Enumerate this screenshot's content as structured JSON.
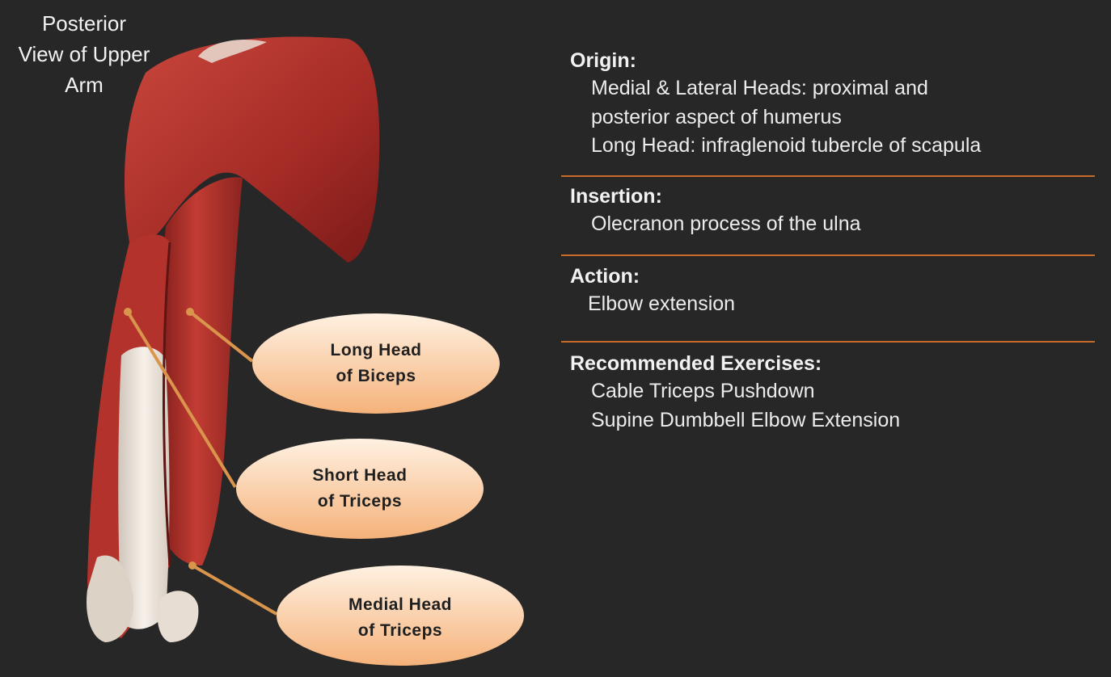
{
  "figure": {
    "view_title_lines": [
      "Posterior",
      "View of Upper",
      "Arm"
    ],
    "callouts": [
      {
        "lines": [
          "Long Head",
          "of Biceps"
        ]
      },
      {
        "lines": [
          "Short Head",
          "of Triceps"
        ]
      },
      {
        "lines": [
          "Medial Head",
          "of Triceps"
        ]
      }
    ]
  },
  "info": {
    "origin": {
      "heading": "Origin:",
      "lines": [
        "Medial & Lateral Heads: proximal and",
        "posterior aspect of humerus",
        "Long Head: infraglenoid tubercle of scapula"
      ]
    },
    "insertion": {
      "heading": "Insertion:",
      "lines": [
        "Olecranon process of the ulna"
      ]
    },
    "action": {
      "heading": "Action:",
      "lines": [
        "Elbow extension"
      ]
    },
    "exercises": {
      "heading": "Recommended Exercises:",
      "lines": [
        "Cable Triceps Pushdown",
        "Supine Dumbbell Elbow Extension"
      ]
    }
  },
  "colors": {
    "background": "#272727",
    "muscle": "#b0302a",
    "tendon": "#ebe3da",
    "leader_line": "#d9954c",
    "callout_fill_top": "#fff1e2",
    "callout_fill_bottom": "#f5b27a",
    "divider": "#c86a2a"
  }
}
